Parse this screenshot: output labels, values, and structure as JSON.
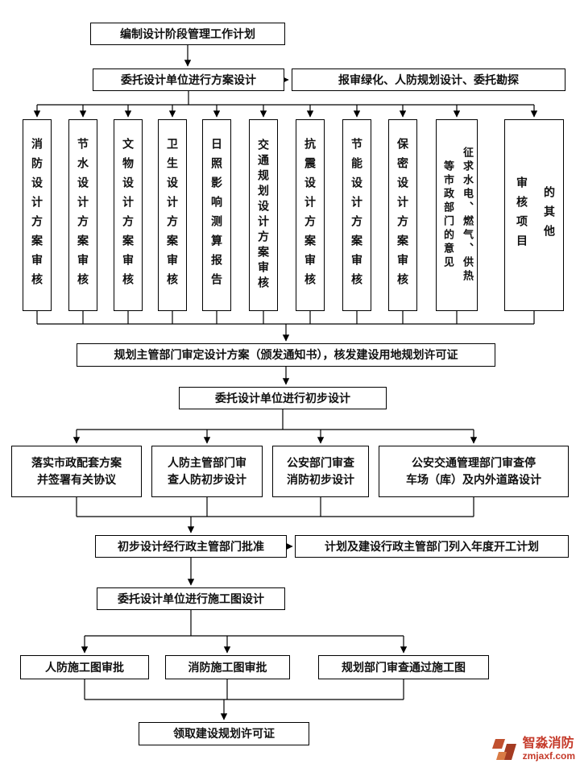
{
  "flow": {
    "top": {
      "label": "编制设计阶段管理工作计划"
    },
    "scheme_design": {
      "label": "委托设计单位进行方案设计"
    },
    "side_note": {
      "label": "报审绿化、人防规划设计、委托勘探"
    },
    "reviews": [
      {
        "label": "消防设计方案审核"
      },
      {
        "label": "节水设计方案审核"
      },
      {
        "label": "文物设计方案审核"
      },
      {
        "label": "卫生设计方案审核"
      },
      {
        "label": "日照影响测算报告"
      },
      {
        "label": "交通规划设计方案审核"
      },
      {
        "label": "抗震设计方案审核"
      },
      {
        "label": "节能设计方案审核"
      },
      {
        "label": "保密设计方案审核"
      },
      {
        "label": "征求水电、燃气、供热\n等市政部门的意见"
      },
      {
        "label": "的其他\n审核项目"
      }
    ],
    "plan_approval": {
      "label": "规划主管部门审定设计方案（颁发通知书），核发建设用地规划许可证"
    },
    "preliminary_design": {
      "label": "委托设计单位进行初步设计"
    },
    "preliminary_reviews": [
      {
        "label": "落实市政配套方案\n并签署有关协议"
      },
      {
        "label": "人防主管部门审\n查人防初步设计"
      },
      {
        "label": "公安部门审查\n消防初步设计"
      },
      {
        "label": "公安交通管理部门审查停\n车场（库）及内外道路设计"
      }
    ],
    "preliminary_approval": {
      "label": "初步设计经行政主管部门批准"
    },
    "annual_plan": {
      "label": "计划及建设行政主管部门列入年度开工计划"
    },
    "construction_drawing": {
      "label": "委托设计单位进行施工图设计"
    },
    "drawing_reviews": [
      {
        "label": "人防施工图审批"
      },
      {
        "label": "消防施工图审批"
      },
      {
        "label": "规划部门审查通过施工图"
      }
    ],
    "final": {
      "label": "领取建设规划许可证"
    }
  },
  "watermark": {
    "brand": "智淼消防",
    "url": "zmjaxf.com",
    "color": "#c53a2a"
  }
}
